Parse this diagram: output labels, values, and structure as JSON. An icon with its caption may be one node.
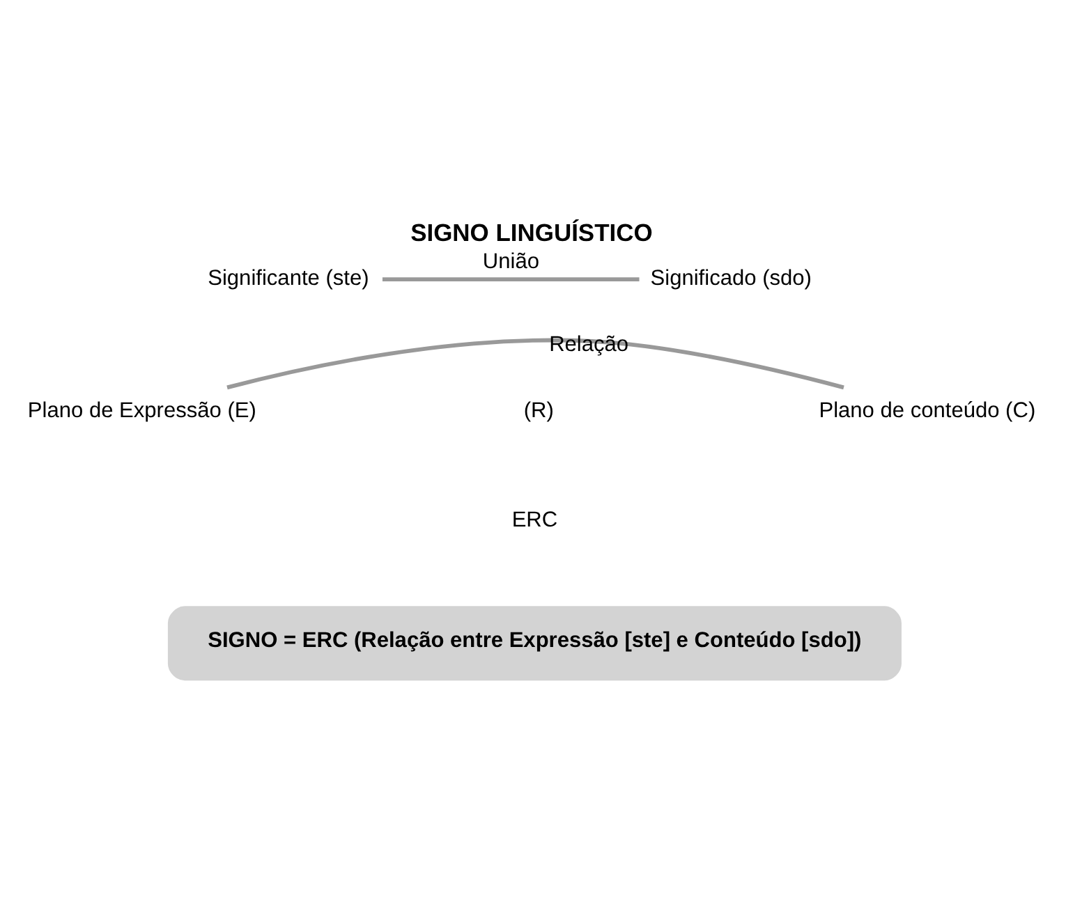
{
  "diagram": {
    "title": "SIGNO LINGUÍSTICO",
    "nodes": [
      {
        "text": [
          "Significante (ste)"
        ]
      },
      {
        "text": [
          "Significado (sdo)"
        ]
      },
      {
        "text": [
          "Plano de Expressão (E)"
        ]
      },
      {
        "text": [
          "Plano de conteúdo (C)"
        ]
      },
      {
        "text": [
          "SIGNO = ERC (Relação entre Expressão [ste] e Conteúdo [sdo])"
        ]
      }
    ],
    "edges": [
      {
        "from": 0,
        "to": 1,
        "arrow": "none",
        "label": "União"
      },
      {
        "from": 2,
        "to": 3,
        "arrow": "none",
        "label": "Relação"
      }
    ],
    "labels": [
      "(R)",
      "ERC"
    ]
  }
}
